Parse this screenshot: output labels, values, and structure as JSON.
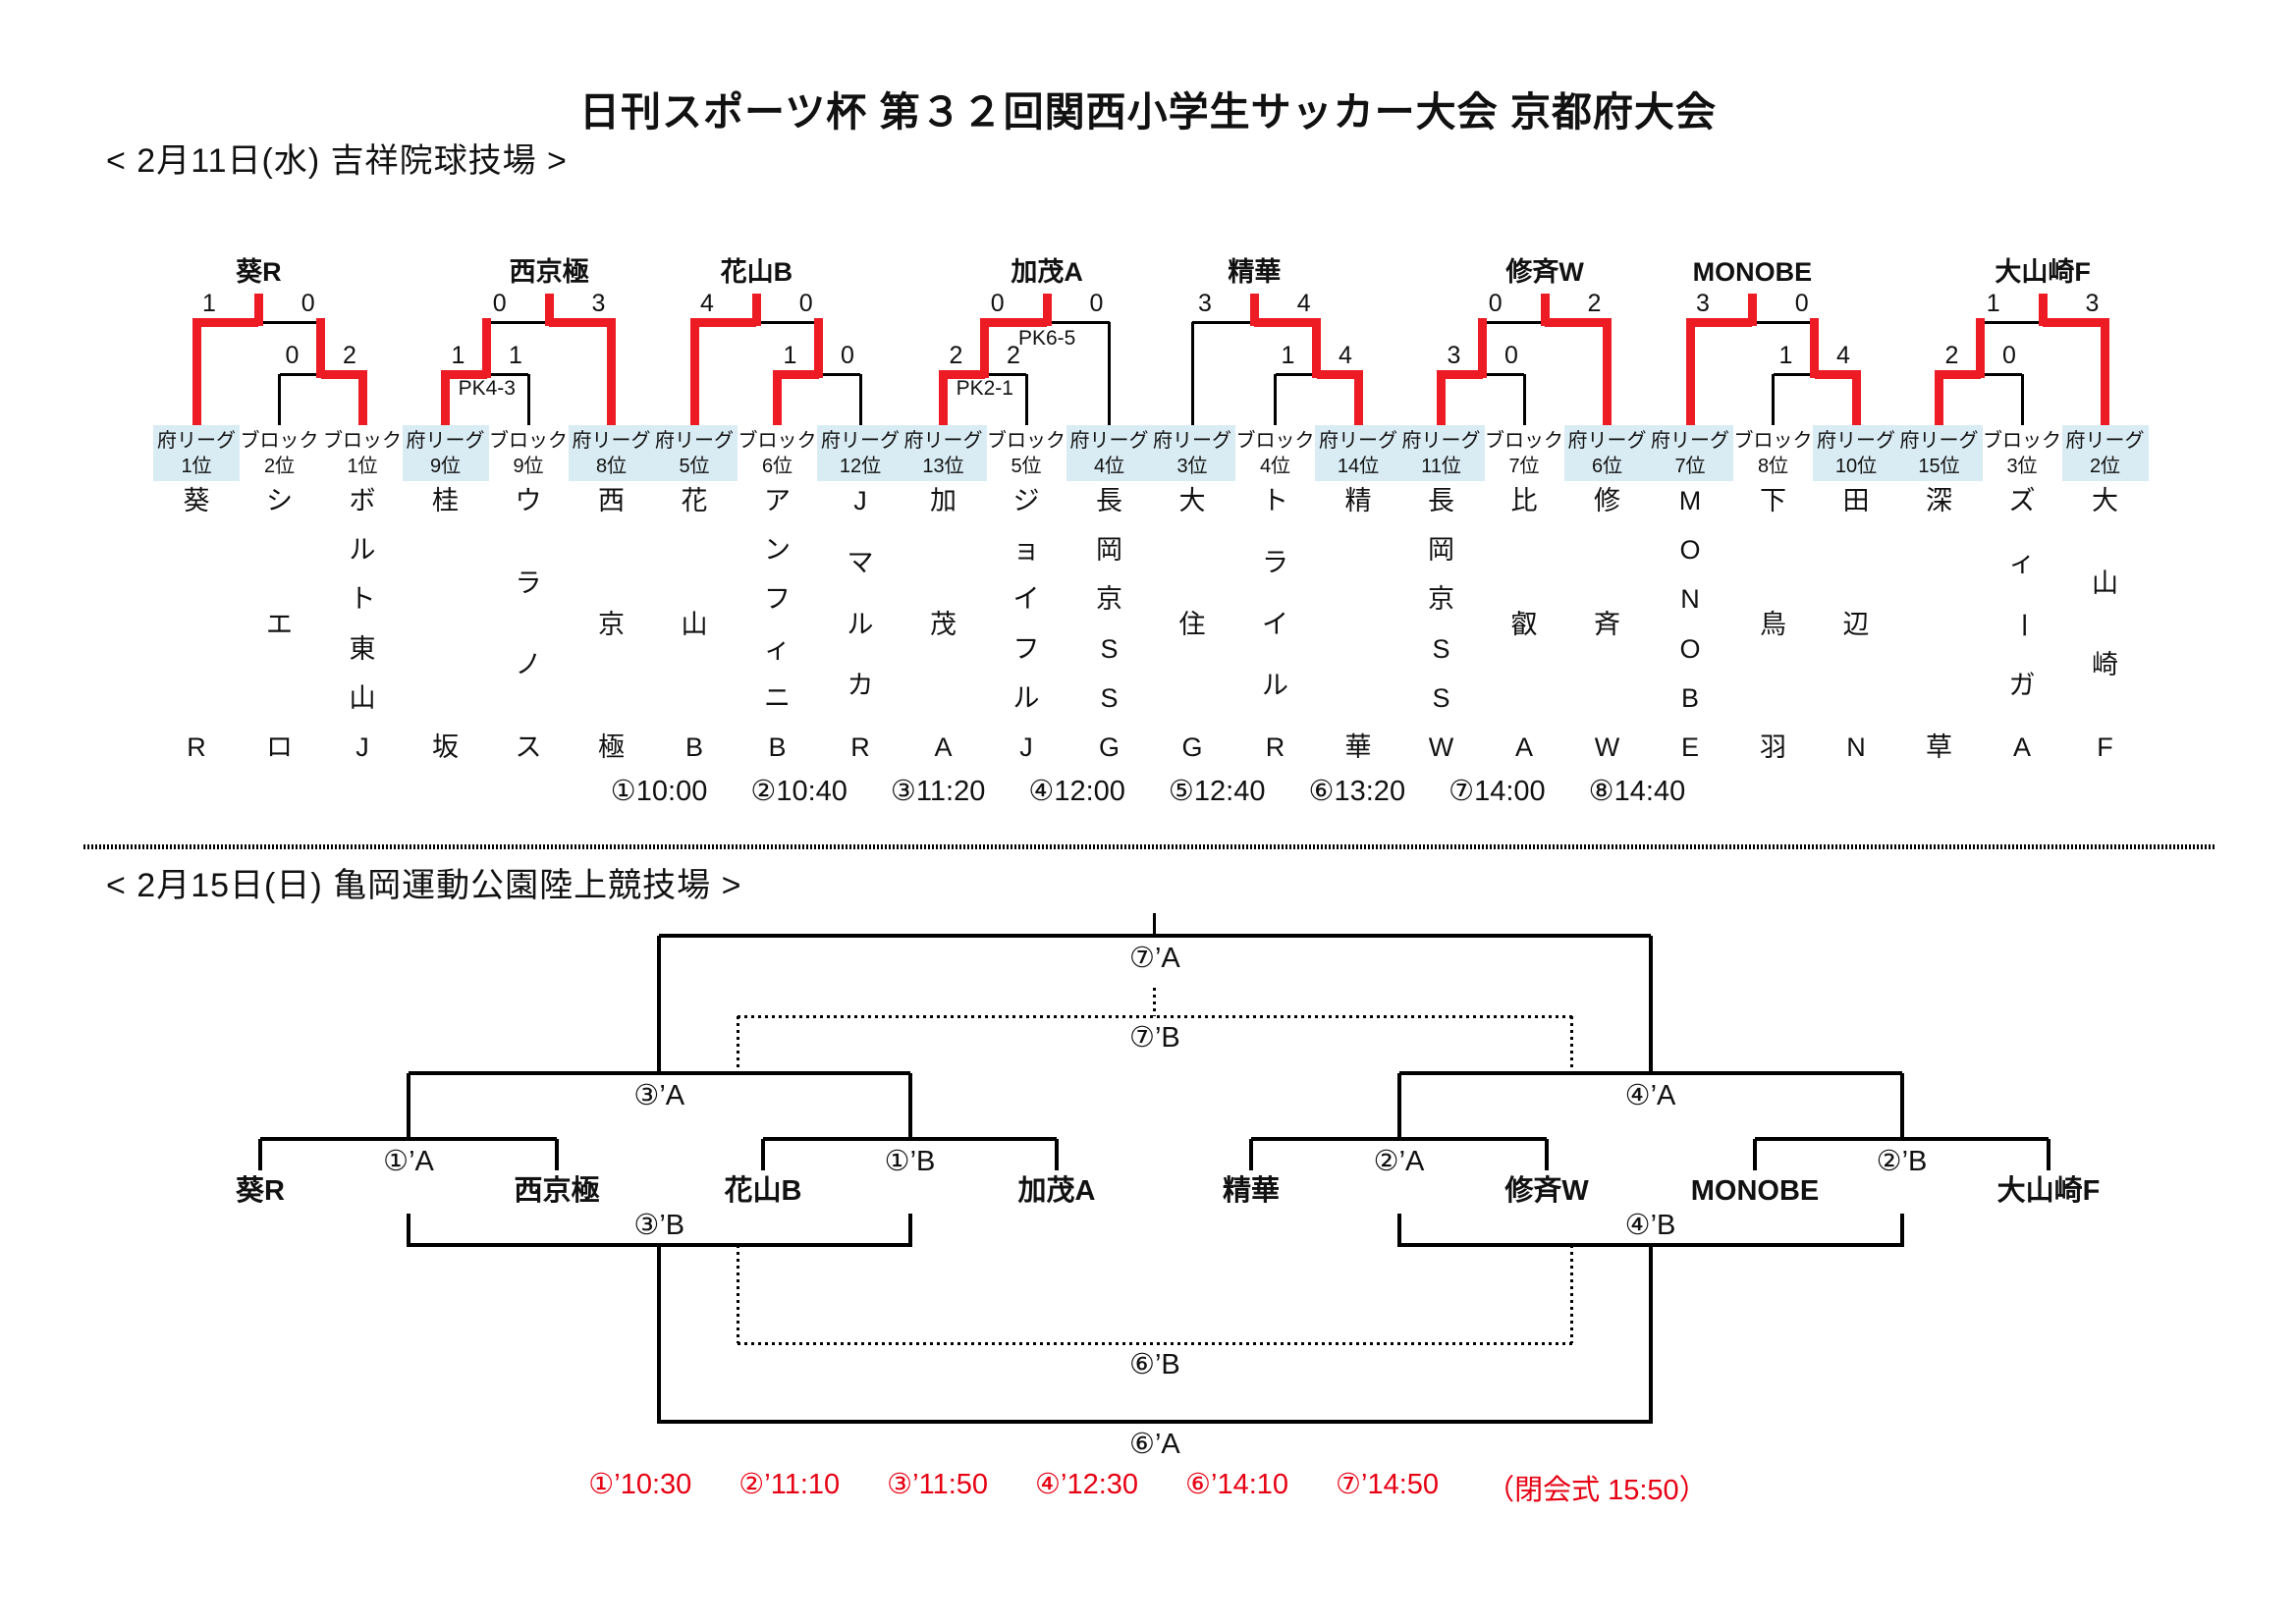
{
  "title": "日刊スポーツ杯 第３２回関西小学生サッカー大会 京都府大会",
  "colors": {
    "winner_path": "#ed1c24",
    "times_red": "#e60012",
    "league_box": "#d9ecf4",
    "line": "#000000"
  },
  "section1": {
    "header": "< 2月11日(水) 吉祥院球技場 >",
    "times": [
      "①10:00",
      "②10:40",
      "③11:20",
      "④12:00",
      "⑤12:40",
      "⑥13:20",
      "⑦14:00",
      "⑧14:40"
    ],
    "groups": [
      {
        "winner": "葵R",
        "bye": "left",
        "final": {
          "left_score": "1",
          "right_score": "0",
          "pk": "",
          "winner": "left"
        },
        "lower": {
          "left_score": "0",
          "right_score": "2",
          "pk": "",
          "winner": "right"
        },
        "teams": [
          {
            "rank": "府リーグ",
            "place": "1位",
            "league": true,
            "name": "葵R"
          },
          {
            "rank": "ブロック",
            "place": "2位",
            "league": false,
            "name": "シエロ"
          },
          {
            "rank": "ブロック",
            "place": "1位",
            "league": false,
            "name": "ボルト東山J"
          }
        ]
      },
      {
        "winner": "西京極",
        "bye": "right",
        "final": {
          "left_score": "0",
          "right_score": "3",
          "pk": "",
          "winner": "right"
        },
        "lower": {
          "left_score": "1",
          "right_score": "1",
          "pk": "PK4-3",
          "winner": "left"
        },
        "teams": [
          {
            "rank": "府リーグ",
            "place": "9位",
            "league": true,
            "name": "桂坂"
          },
          {
            "rank": "ブロック",
            "place": "9位",
            "league": false,
            "name": "ウラノス"
          },
          {
            "rank": "府リーグ",
            "place": "8位",
            "league": true,
            "name": "西京極"
          }
        ]
      },
      {
        "winner": "花山B",
        "bye": "left",
        "final": {
          "left_score": "4",
          "right_score": "0",
          "pk": "",
          "winner": "left"
        },
        "lower": {
          "left_score": "1",
          "right_score": "0",
          "pk": "",
          "winner": "left"
        },
        "teams": [
          {
            "rank": "府リーグ",
            "place": "5位",
            "league": true,
            "name": "花山B"
          },
          {
            "rank": "ブロック",
            "place": "6位",
            "league": false,
            "name": "アンフィニB"
          },
          {
            "rank": "府リーグ",
            "place": "12位",
            "league": true,
            "name": "JマルカR"
          }
        ]
      },
      {
        "winner": "加茂A",
        "bye": "right",
        "final": {
          "left_score": "0",
          "right_score": "0",
          "pk": "PK6-5",
          "winner": "left"
        },
        "lower": {
          "left_score": "2",
          "right_score": "2",
          "pk": "PK2-1",
          "winner": "left"
        },
        "teams": [
          {
            "rank": "府リーグ",
            "place": "13位",
            "league": true,
            "name": "加茂A"
          },
          {
            "rank": "ブロック",
            "place": "5位",
            "league": false,
            "name": "ジョイフルJ"
          },
          {
            "rank": "府リーグ",
            "place": "4位",
            "league": true,
            "name": "長岡京SSG"
          }
        ]
      },
      {
        "winner": "精華",
        "bye": "left",
        "final": {
          "left_score": "3",
          "right_score": "4",
          "pk": "",
          "winner": "right"
        },
        "lower": {
          "left_score": "1",
          "right_score": "4",
          "pk": "",
          "winner": "right"
        },
        "teams": [
          {
            "rank": "府リーグ",
            "place": "3位",
            "league": true,
            "name": "大住G"
          },
          {
            "rank": "ブロック",
            "place": "4位",
            "league": false,
            "name": "トライルR"
          },
          {
            "rank": "府リーグ",
            "place": "14位",
            "league": true,
            "name": "精華"
          }
        ]
      },
      {
        "winner": "修斉W",
        "bye": "right",
        "final": {
          "left_score": "0",
          "right_score": "2",
          "pk": "",
          "winner": "right"
        },
        "lower": {
          "left_score": "3",
          "right_score": "0",
          "pk": "",
          "winner": "left"
        },
        "teams": [
          {
            "rank": "府リーグ",
            "place": "11位",
            "league": true,
            "name": "長岡京SSW"
          },
          {
            "rank": "ブロック",
            "place": "7位",
            "league": false,
            "name": "比叡A"
          },
          {
            "rank": "府リーグ",
            "place": "6位",
            "league": true,
            "name": "修斉W"
          }
        ]
      },
      {
        "winner": "MONOBE",
        "bye": "left",
        "final": {
          "left_score": "3",
          "right_score": "0",
          "pk": "",
          "winner": "left"
        },
        "lower": {
          "left_score": "1",
          "right_score": "4",
          "pk": "",
          "winner": "right"
        },
        "teams": [
          {
            "rank": "府リーグ",
            "place": "7位",
            "league": true,
            "name": "MONOBE"
          },
          {
            "rank": "ブロック",
            "place": "8位",
            "league": false,
            "name": "下鳥羽"
          },
          {
            "rank": "府リーグ",
            "place": "10位",
            "league": true,
            "name": "田辺N"
          }
        ]
      },
      {
        "winner": "大山崎F",
        "bye": "right",
        "final": {
          "left_score": "1",
          "right_score": "3",
          "pk": "",
          "winner": "right"
        },
        "lower": {
          "left_score": "2",
          "right_score": "0",
          "pk": "",
          "winner": "left"
        },
        "teams": [
          {
            "rank": "府リーグ",
            "place": "15位",
            "league": true,
            "name": "深草"
          },
          {
            "rank": "ブロック",
            "place": "3位",
            "league": false,
            "name": "ズィーガA"
          },
          {
            "rank": "府リーグ",
            "place": "2位",
            "league": true,
            "name": "大山崎F"
          }
        ]
      }
    ]
  },
  "section2": {
    "header": "< 2月15日(日) 亀岡運動公園陸上競技場 >",
    "teams": [
      "葵R",
      "西京極",
      "花山B",
      "加茂A",
      "精華",
      "修斉W",
      "MONOBE",
      "大山崎F"
    ],
    "labels": {
      "final_a": "⑦’A",
      "final_b": "⑦’B",
      "semi_left": "③’A",
      "semi_right": "④’A",
      "q1a": "①’A",
      "q1b": "①’B",
      "q2a": "②’A",
      "q2b": "②’B",
      "b_left": "③’B",
      "b_right": "④’B",
      "cons_b": "⑥’B",
      "cons_a": "⑥’A"
    },
    "times": [
      "①’10:30",
      "②’11:10",
      "③’11:50",
      "④’12:30",
      "⑥’14:10",
      "⑦’14:50",
      "（閉会式 15:50）"
    ]
  }
}
